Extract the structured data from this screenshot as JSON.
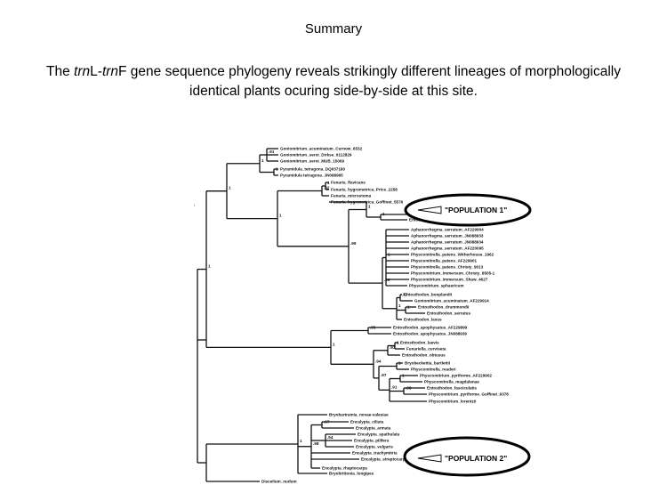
{
  "slide": {
    "title": "Summary",
    "summary_parts": [
      {
        "text": "The ",
        "italic": false
      },
      {
        "text": "trn",
        "italic": true
      },
      {
        "text": "L-",
        "italic": false
      },
      {
        "text": "trn",
        "italic": true
      },
      {
        "text": "F gene sequence phylogeny reveals strikingly different lineages of morphologically identical plants ocuring side-by-side at this site.",
        "italic": false
      }
    ],
    "stray_mark": ":"
  },
  "tree": {
    "taxa": [
      "Goniomitrium_acuminatum_Curnow_6532",
      "Goniomitrium_seroi_Dirkse_0112829",
      "Goniomitrium_seroi_MUB_15069",
      "Pyramidula_tetragona_DQ037180",
      "Pyramidula tetragona_JN088965",
      "Funaria_flavicans",
      "Funaria_hygrometrica_Price_2258",
      "Funaria_microstoma",
      "Funaria_hygrometrica_Goffinet_5576",
      "Entosthodon_muhlenbergii",
      "Entosthodon_muhlenbergii",
      "Aphanorrhegma_serratum_AF229904",
      "Aphanorrhegma_serratum_JN088933",
      "Aphanorrhegma_serratum_JN088934",
      "Aphanorrhegma_serratum_AF220095",
      "Physcomitrella_patens_Witherhouse_1962",
      "Physcomitrella_patens_AF229901",
      "Physcomitrella_patens_Christy_9013",
      "Physcomitrium_immersum_Christy_8505-1",
      "Physcomitrium_immersum_Shaw_4627",
      "Physcomitrium_sphaericum",
      "Entosthodon_bonplandii",
      "Goniomitrium_acuminatum_AF229914",
      "Entosthodon_drummondii",
      "Entosthodon_serratus",
      "Entosthodon_laxus",
      "Entosthodon_apophysatus_AF229899",
      "Entosthodon_apophysatus_JN088939",
      "Entosthodon_laevis",
      "Funariella_curviseta",
      "Entosthodon_obtusus",
      "Bryobeckettia_bartlettii",
      "Physcomitrella_readeri",
      "Physcomitrium_pyriforme_AF229902",
      "Physcomitrella_magdalenae",
      "Entosthodon_fasciculatis",
      "Physcomitrium_pyriforme_Goffinet_9378",
      "Physcomitrium_lorentzii",
      "Bryobartramia_novae-valesiae",
      "Encalypta_ciliata",
      "Encalypta_armata",
      "Encalypta_spathulata",
      "Encalypta_pilifera",
      "Encalypta_vulgaris",
      "Encalypta_trachymitria",
      "Encalypta_streptocarpa",
      "Encalypta_rhaptocarpa",
      "Bryobrittonia_longipes",
      "Disceilum_nudum"
    ],
    "support_values": [
      ".91",
      "1",
      "1",
      "1",
      ".82",
      "1",
      "1",
      "1",
      ".57",
      "1",
      "1",
      ".99",
      ".99",
      "1",
      "1",
      ".95",
      "1",
      ".93",
      "1",
      "1",
      ".98",
      ".91",
      ".97",
      ".94",
      "1",
      "1",
      ".67",
      ".54",
      ".98",
      "1",
      "1",
      "1",
      "1",
      "1",
      "1"
    ],
    "populations": [
      "\"POPULATION 1\"",
      "\"POPULATION 2\""
    ]
  }
}
